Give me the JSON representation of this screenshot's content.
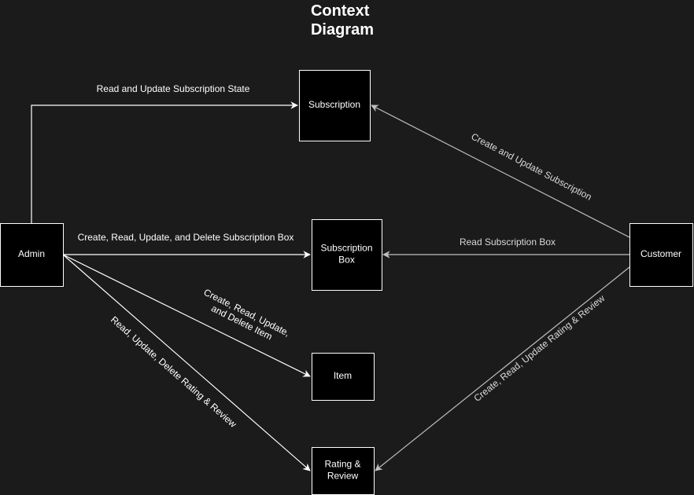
{
  "title": [
    "Context",
    "Diagram"
  ],
  "colors": {
    "background": "#1b1b1b",
    "node_fill": "#000000",
    "node_stroke": "#ffffff",
    "admin_edge": "#ffffff",
    "customer_edge": "#bfbfbf",
    "text": "#ffffff"
  },
  "nodes": {
    "subscription": {
      "label": [
        "Subscription"
      ]
    },
    "subscription_box": {
      "label": [
        "Subscription",
        "Box"
      ]
    },
    "item": {
      "label": [
        "Item"
      ]
    },
    "rating_review": {
      "label": [
        "Rating &",
        "Review"
      ]
    },
    "admin": {
      "label": [
        "Admin"
      ]
    },
    "customer": {
      "label": [
        "Customer"
      ]
    }
  },
  "edges": {
    "admin_subscription": {
      "from": "admin",
      "to": "subscription",
      "label": [
        "Read and Update Subscription State"
      ]
    },
    "admin_subscription_box": {
      "from": "admin",
      "to": "subscription_box",
      "label": [
        "Create, Read, Update, and Delete Subscription Box"
      ]
    },
    "admin_item": {
      "from": "admin",
      "to": "item",
      "label": [
        "Create, Read, Update,",
        "and Delete Item"
      ]
    },
    "admin_rating_review": {
      "from": "admin",
      "to": "rating_review",
      "label": [
        "Read, Update, Delete Rating & Review"
      ]
    },
    "customer_subscription": {
      "from": "customer",
      "to": "subscription",
      "label": [
        "Create and Update Subscription"
      ]
    },
    "customer_subscription_box": {
      "from": "customer",
      "to": "subscription_box",
      "label": [
        "Read Subscription Box"
      ]
    },
    "customer_rating_review": {
      "from": "customer",
      "to": "rating_review",
      "label": [
        "Create, Read, Update Rating & Review"
      ]
    }
  }
}
